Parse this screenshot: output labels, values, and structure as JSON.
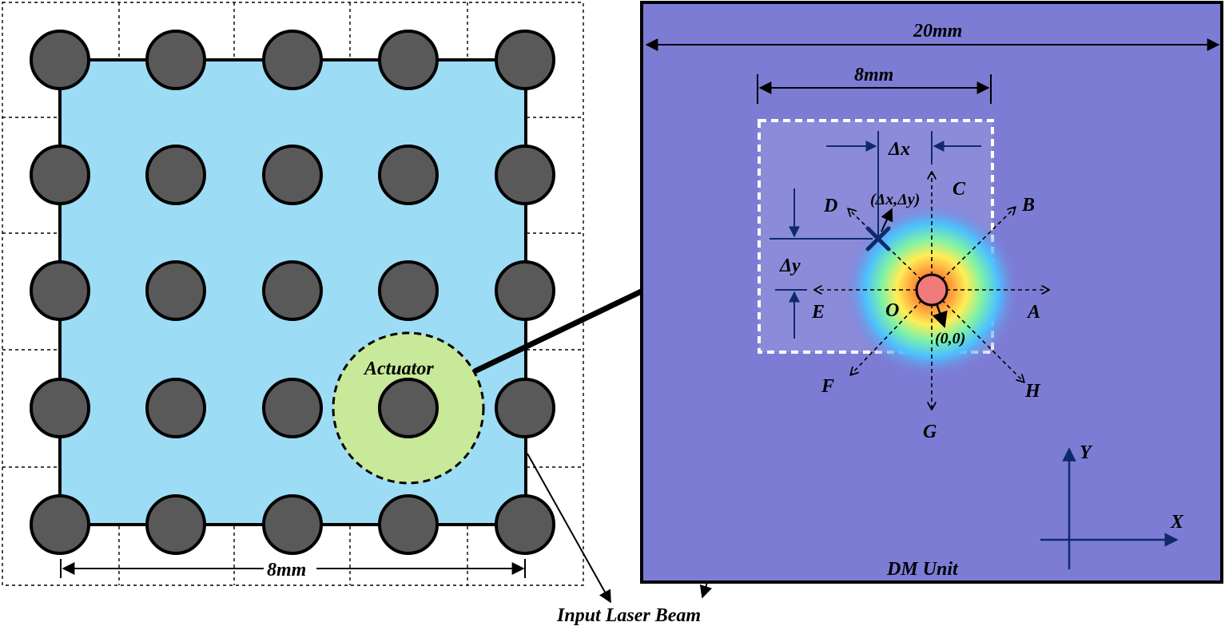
{
  "labels": {
    "actuator": "Actuator",
    "left_width": "8mm",
    "input_beam": "Input Laser Beam",
    "dm_width": "20mm",
    "zone_width": "8mm",
    "delta_x": "Δx",
    "delta_y": "Δy",
    "offset_point": "(Δx,Δy)",
    "origin_coord": "(0,0)",
    "origin": "O",
    "dir_a": "A",
    "dir_b": "B",
    "dir_c": "C",
    "dir_d": "D",
    "dir_e": "E",
    "dir_f": "F",
    "dir_g": "G",
    "dir_h": "H",
    "axis_x": "X",
    "axis_y": "Y",
    "dm_unit": "DM Unit"
  },
  "actuator_grid": {
    "rows": 5,
    "cols": 5
  },
  "colors": {
    "actuator_fill": "#595959",
    "aperture_fill": "#9ddcf5",
    "highlight_fill": "#c8e89a",
    "dm_fill": "#7d7cd5",
    "arrow_blue": "#0f2a6b",
    "beam_center": "#f07a7a"
  }
}
